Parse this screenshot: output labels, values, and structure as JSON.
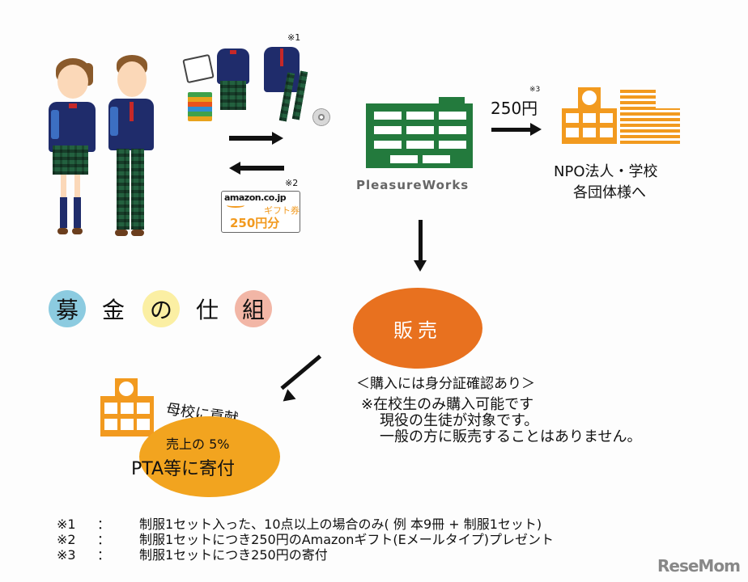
{
  "header_notes": {
    "note1_marker": "※1",
    "note2_marker": "※2",
    "note3_marker": "※3"
  },
  "gift_card": {
    "brand": "amazon.co.jp",
    "label": "ギフト券",
    "amount": "250円分"
  },
  "company": {
    "name": "PleasureWorks"
  },
  "donation": {
    "amount": "250円",
    "marker": "※3",
    "recipient_line1": "NPO法人・学校",
    "recipient_line2": "各団体様へ"
  },
  "title_chars": [
    "募",
    "金",
    "の",
    "仕",
    "組"
  ],
  "title_colors": [
    "#8ccbe0",
    null,
    "#fbefa3",
    null,
    "#f2b6a6"
  ],
  "sales": {
    "label": "販売",
    "id_check": "＜購入には身分証確認あり＞",
    "notice_line1": "※在校生のみ購入可能です",
    "notice_line2": "現役の生徒が対象です。",
    "notice_line3": "一般の方に販売することはありません。"
  },
  "school_contribution": {
    "arc_text": "母校に貢献",
    "line1": "売上の 5%",
    "line2": "PTA等に寄付"
  },
  "footnotes": [
    {
      "marker": "※1",
      "sep": "：",
      "text": "制服1セット入った、10点以上の場合のみ( 例 本9冊 + 制服1セット)"
    },
    {
      "marker": "※2",
      "sep": "：",
      "text": "制服1セットにつき250円のAmazonギフト(Eメールタイプ)プレゼント"
    },
    {
      "marker": "※3",
      "sep": "：",
      "text": "制服1セットにつき250円の寄付"
    }
  ],
  "watermark": {
    "text": "ReseMom"
  },
  "colors": {
    "green": "#237a3d",
    "orange_sales": "#e8711f",
    "orange_school": "#f29a1f",
    "ellipse_pta": "#f2a41f"
  }
}
